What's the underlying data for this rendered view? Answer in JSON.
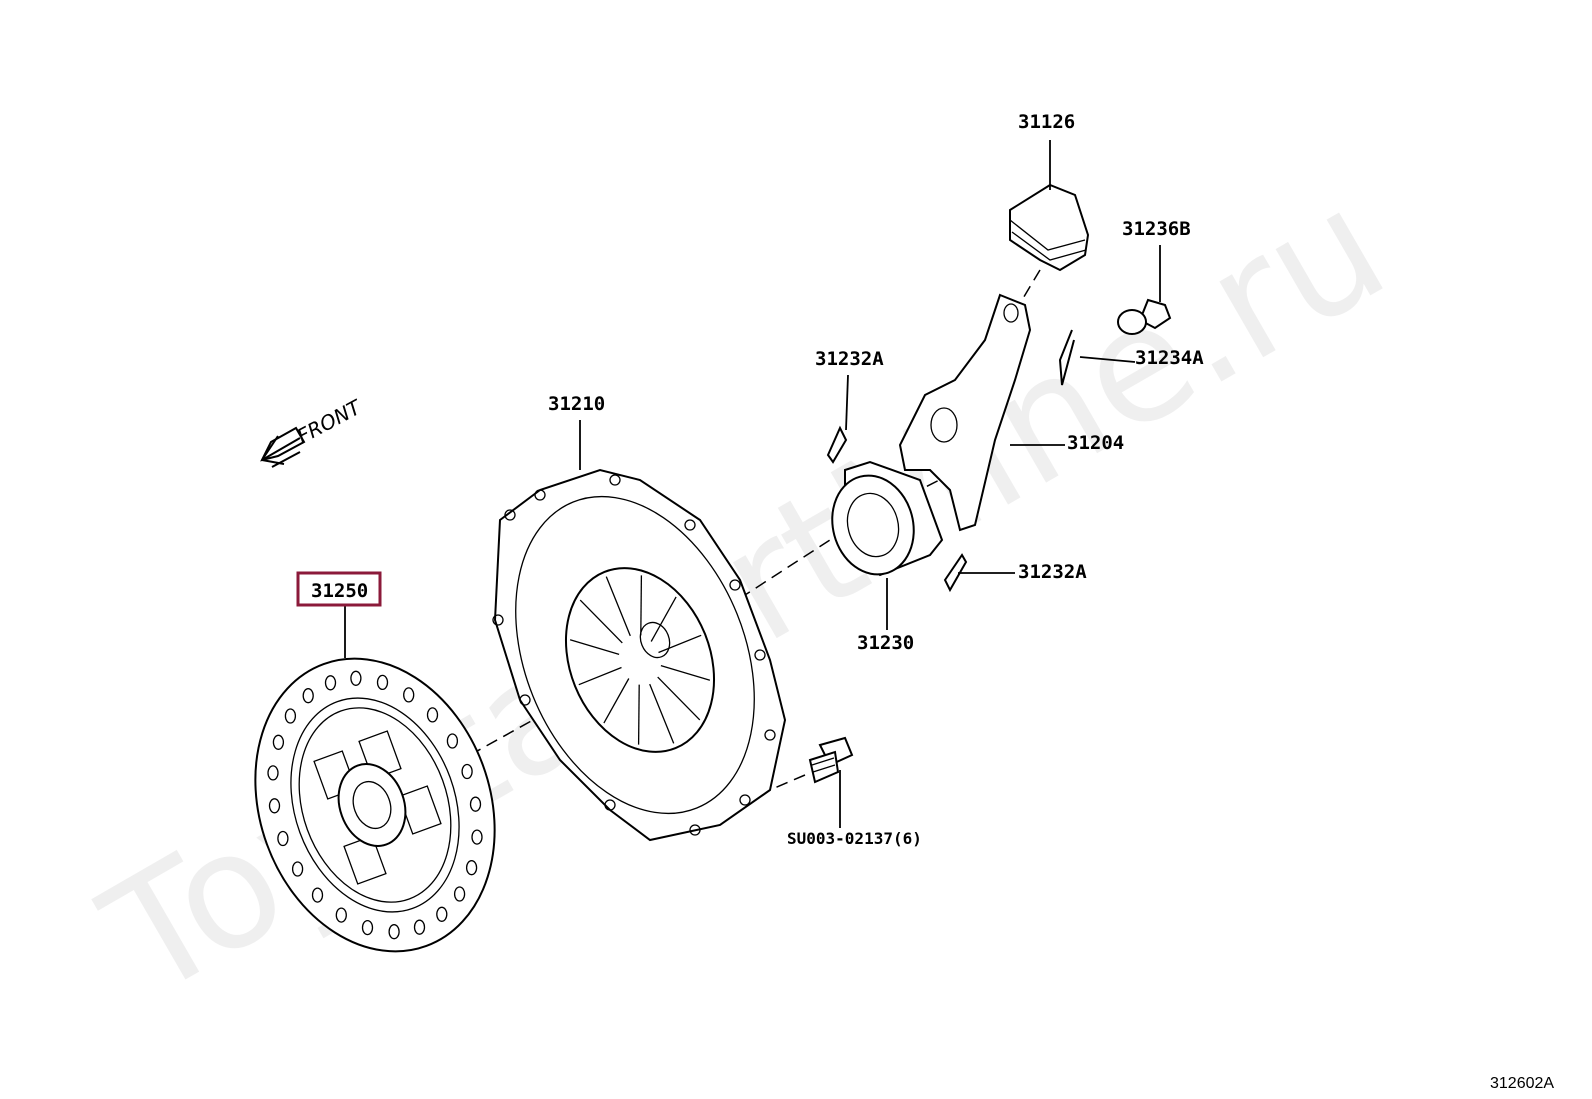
{
  "watermark": "ToyotaPartMine.ru",
  "direction_label": "FRONT",
  "figure_code": "312602A",
  "highlight_color": "#8b1a3a",
  "parts": [
    {
      "id": "p31126",
      "label": "31126"
    },
    {
      "id": "p31236B",
      "label": "31236B"
    },
    {
      "id": "p31232A_top",
      "label": "31232A"
    },
    {
      "id": "p31234A",
      "label": "31234A"
    },
    {
      "id": "p31210",
      "label": "31210"
    },
    {
      "id": "p31204",
      "label": "31204"
    },
    {
      "id": "p31250",
      "label": "31250",
      "highlighted": true
    },
    {
      "id": "p31232A_bottom",
      "label": "31232A"
    },
    {
      "id": "p31230",
      "label": "31230"
    },
    {
      "id": "pSU003",
      "label": "SU003-02137(6)"
    }
  ]
}
